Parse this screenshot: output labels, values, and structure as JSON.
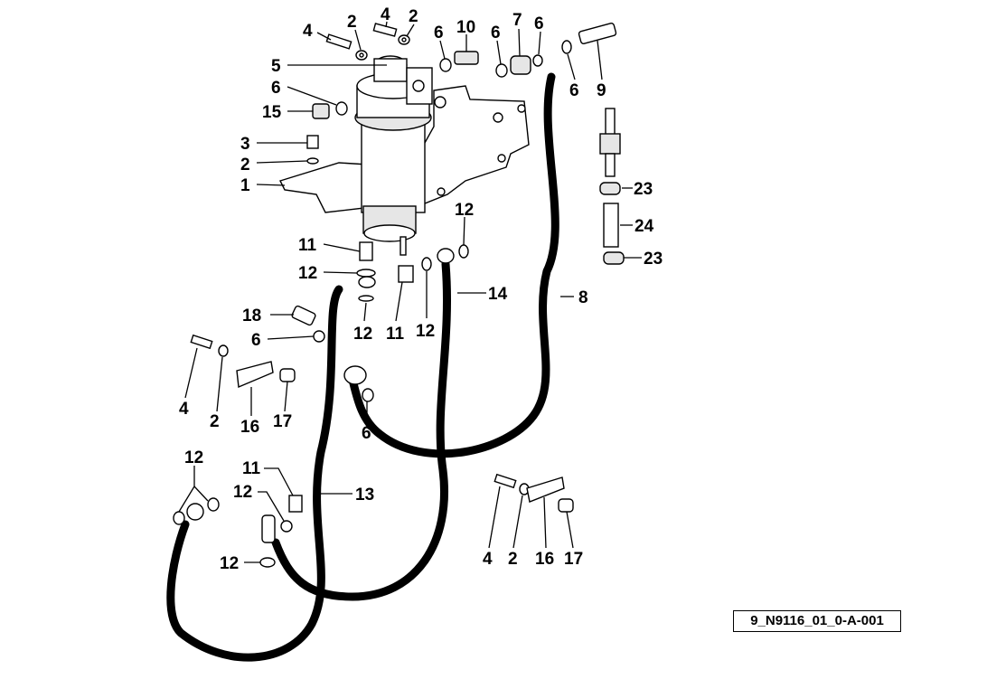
{
  "drawing_ref": "9_N9116_01_0-A-001",
  "labels": [
    {
      "id": "l4a",
      "text": "4"
    },
    {
      "id": "l2a",
      "text": "2"
    },
    {
      "id": "l4b",
      "text": "4"
    },
    {
      "id": "l2b",
      "text": "2"
    },
    {
      "id": "l6a",
      "text": "6"
    },
    {
      "id": "l10",
      "text": "10"
    },
    {
      "id": "l6b",
      "text": "6"
    },
    {
      "id": "l7",
      "text": "7"
    },
    {
      "id": "l6c",
      "text": "6"
    },
    {
      "id": "l6d",
      "text": "6"
    },
    {
      "id": "l9",
      "text": "9"
    },
    {
      "id": "l5",
      "text": "5"
    },
    {
      "id": "l6e",
      "text": "6"
    },
    {
      "id": "l15",
      "text": "15"
    },
    {
      "id": "l3",
      "text": "3"
    },
    {
      "id": "l2c",
      "text": "2"
    },
    {
      "id": "l1",
      "text": "1"
    },
    {
      "id": "l23a",
      "text": "23"
    },
    {
      "id": "l24",
      "text": "24"
    },
    {
      "id": "l23b",
      "text": "23"
    },
    {
      "id": "l12a",
      "text": "12"
    },
    {
      "id": "l11a",
      "text": "11"
    },
    {
      "id": "l12b",
      "text": "12"
    },
    {
      "id": "l14",
      "text": "14"
    },
    {
      "id": "l8",
      "text": "8"
    },
    {
      "id": "l18",
      "text": "18"
    },
    {
      "id": "l12c",
      "text": "12"
    },
    {
      "id": "l11b",
      "text": "11"
    },
    {
      "id": "l12d",
      "text": "12"
    },
    {
      "id": "l6f",
      "text": "6"
    },
    {
      "id": "l4c",
      "text": "4"
    },
    {
      "id": "l2d",
      "text": "2"
    },
    {
      "id": "l16a",
      "text": "16"
    },
    {
      "id": "l17a",
      "text": "17"
    },
    {
      "id": "l6g",
      "text": "6"
    },
    {
      "id": "l12e",
      "text": "12"
    },
    {
      "id": "l11c",
      "text": "11"
    },
    {
      "id": "l12f",
      "text": "12"
    },
    {
      "id": "l13",
      "text": "13"
    },
    {
      "id": "l12g",
      "text": "12"
    },
    {
      "id": "l4d",
      "text": "4"
    },
    {
      "id": "l2e",
      "text": "2"
    },
    {
      "id": "l16b",
      "text": "16"
    },
    {
      "id": "l17b",
      "text": "17"
    }
  ]
}
